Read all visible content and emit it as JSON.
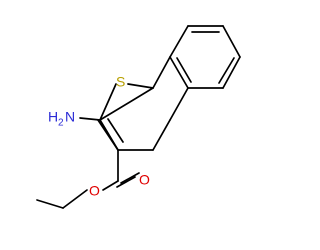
{
  "molecule": {
    "atoms": {
      "sulfur": {
        "symbol": "S",
        "color": "#b8a000"
      },
      "amine_nitrogen": {
        "symbol": "H",
        "subscript": "2",
        "symbol2": "N",
        "color": "#2b2bd6"
      },
      "carbonyl_oxygen": {
        "symbol": "O",
        "color": "#e00000"
      },
      "ester_oxygen": {
        "symbol": "O",
        "color": "#e00000"
      }
    },
    "bond_color": "#000000",
    "background": "#ffffff"
  }
}
